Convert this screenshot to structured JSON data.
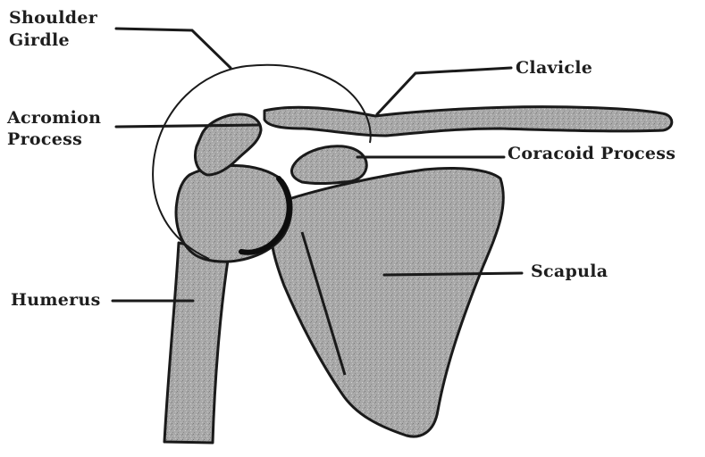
{
  "diagram": {
    "labels": {
      "shoulder_girdle_line1": "Shoulder",
      "shoulder_girdle_line2": "Girdle",
      "clavicle": "Clavicle",
      "acromion_line1": "Acromion",
      "acromion_line2": "Process",
      "coracoid": "Coracoid Process",
      "scapula": "Scapula",
      "humerus": "Humerus"
    },
    "colors": {
      "bone_fill": "#a9a9a9",
      "outline": "#1a1a1a",
      "background": "#ffffff"
    }
  }
}
